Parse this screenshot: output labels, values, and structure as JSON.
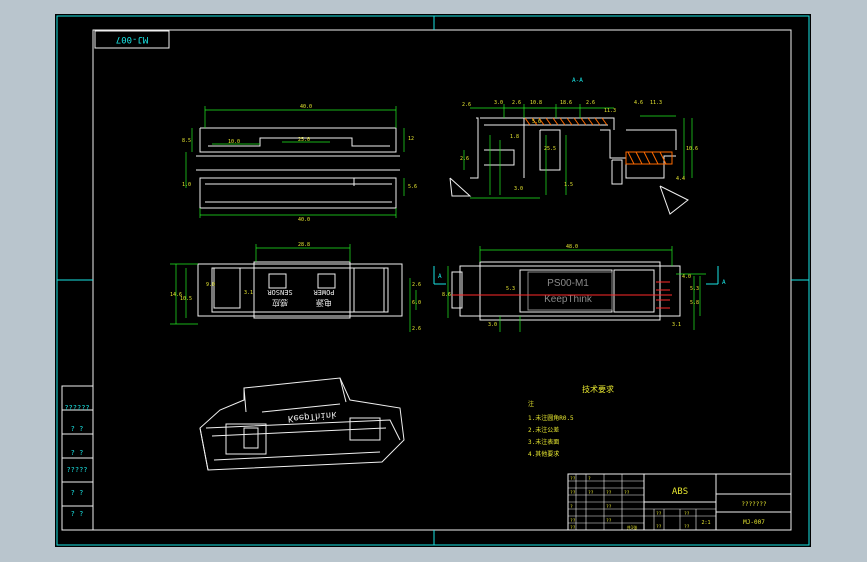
{
  "drawing": {
    "code_corner": "MJ-007",
    "section_label": "A-A",
    "section_marker": "A",
    "panel_text": {
      "model": "PS00-M1",
      "brand": "KeepThink",
      "power_en": "POWER",
      "sensor_en": "SENSOR",
      "power_cn": "电源",
      "sensor_cn": "感应"
    },
    "iso_text": "KeepThink",
    "notes": {
      "title": "技术要求",
      "intro": "注",
      "items": [
        "1.未注圆角R0.5",
        "2.未注公差",
        "3.未注表面",
        "4.其他要求"
      ]
    },
    "title_block": {
      "material": "ABS",
      "part_name": "???????",
      "drawing_no": "MJ-007",
      "scale": "2:1",
      "sheet_info": "共1张"
    },
    "left_strip": [
      "??????",
      "? ?",
      "? ?",
      "?????",
      "? ?",
      "? ?"
    ]
  }
}
